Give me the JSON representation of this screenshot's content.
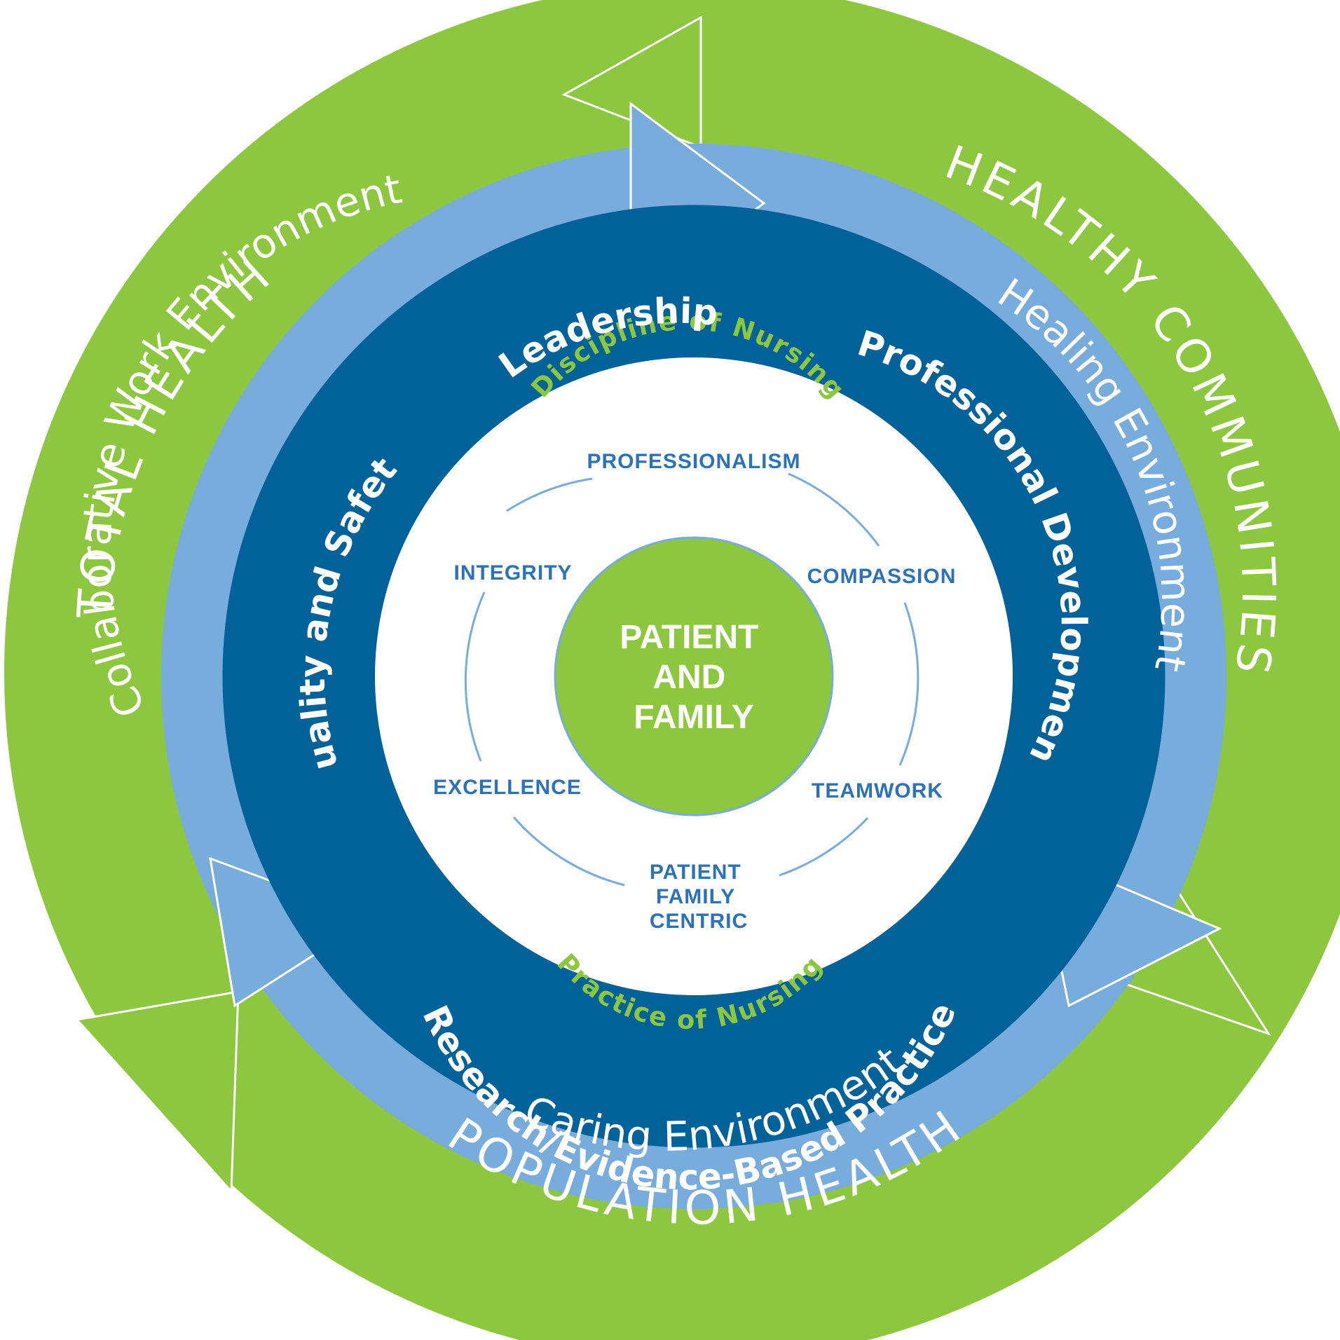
{
  "colors": {
    "outer_green": "#8dc63f",
    "light_blue": "#78acdc",
    "dark_blue": "#006299",
    "center_green": "#8dc63f",
    "value_text": "#2c72b8",
    "arc_line": "#78acdc",
    "label_green": "#8dc63f",
    "outline": "#ffffff"
  },
  "outer_ring": {
    "top_right": "HEALTHY COMMUNITIES",
    "bottom": "POPULATION HEALTH",
    "left": "TOTAL HEALTH"
  },
  "environment_ring": {
    "left": "Collaborative Work Environment",
    "right": "Healing Environment",
    "bottom": "Caring Environment"
  },
  "practice_ring": {
    "top": "Leadership",
    "right": "Professional Development",
    "left": "Quality and Safety",
    "bottom": "Research/Evidence-Based Practice"
  },
  "nursing": {
    "top": "Discipline of Nursing",
    "bottom": "Practice of Nursing"
  },
  "values": {
    "professionalism": "PROFESSIONALISM",
    "compassion": "COMPASSION",
    "teamwork": "TEAMWORK",
    "patient_family_centric": [
      "PATIENT",
      "FAMILY",
      "CENTRIC"
    ],
    "excellence": "EXCELLENCE",
    "integrity": "INTEGRITY"
  },
  "center": {
    "lines": [
      "PATIENT",
      "AND",
      "FAMILY"
    ]
  }
}
